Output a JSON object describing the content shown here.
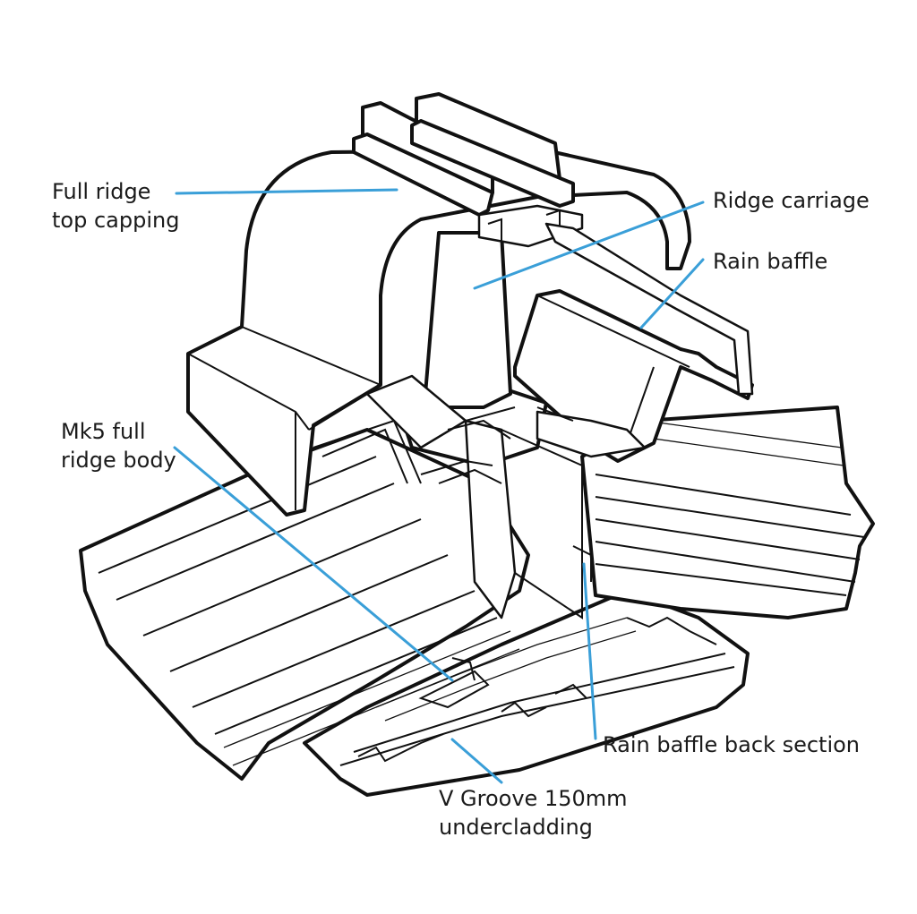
{
  "labels": {
    "full_ridge_top_capping": {
      "line1": "Full ridge",
      "line2": "top capping"
    },
    "ridge_carriage": "Ridge carriage",
    "rain_baffle": "Rain baffle",
    "mk5_full_ridge_body": {
      "line1": "Mk5 full",
      "line2": "ridge body"
    },
    "rain_baffle_back_section": "Rain baffle back section",
    "v_groove_undercladding": {
      "line1": "V Groove 150mm",
      "line2": "undercladding"
    }
  },
  "colors": {
    "leader": "#3a9fd8",
    "outline": "#111111",
    "background": "#ffffff"
  }
}
